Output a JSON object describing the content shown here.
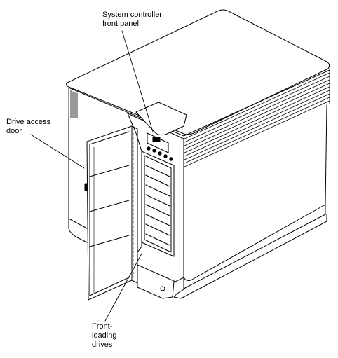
{
  "callouts": {
    "system_controller": {
      "line1": "System controller",
      "line2": "front panel"
    },
    "drive_access_door": {
      "line1": "Drive access",
      "line2": "door"
    },
    "front_loading_drives": {
      "line1": "Front-",
      "line2": "loading",
      "line3": "drives"
    }
  }
}
